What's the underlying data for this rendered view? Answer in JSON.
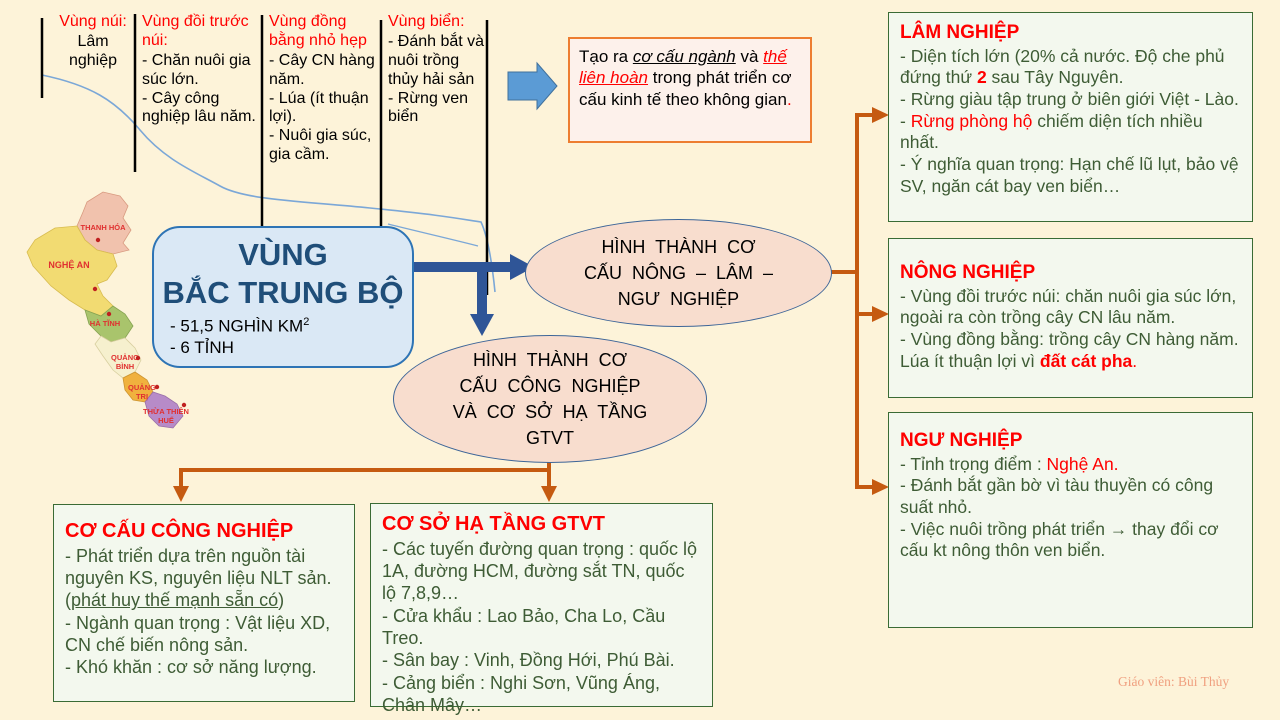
{
  "slide": {
    "background": "#FDF3D9",
    "credit": "Giáo viên: Bùi Thủy"
  },
  "colors": {
    "accent_orange": "#C55A11",
    "arrow_blue": "#2F5597",
    "fat_arrow_blue": "#5B9BD5",
    "note_border": "#ED7D31",
    "green_box_border": "#3A6B35",
    "green_text": "#3E5C35",
    "red_text": "#FF0000",
    "region_title_blue": "#1F4E79",
    "ellipse_fill": "#F8DDCE"
  },
  "terrain_profile": {
    "columns": [
      {
        "title": "Vùng núi:",
        "bullets": [
          "Lâm nghiệp"
        ]
      },
      {
        "title": "Vùng đồi trước núi:",
        "bullets": [
          "- Chăn nuôi gia súc lớn.",
          "- Cây công nghiệp lâu năm."
        ]
      },
      {
        "title": "Vùng đồng bằng nhỏ hẹp",
        "bullets": [
          "- Cây CN hàng năm.",
          "- Lúa (ít thuận lợi).",
          "- Nuôi gia súc, gia cầm."
        ]
      },
      {
        "title": "Vùng biển:",
        "bullets": [
          "- Đánh bắt và nuôi trồng thủy hải sản",
          "- Rừng ven biển"
        ]
      }
    ]
  },
  "note_box": {
    "segments": [
      [
        {
          "t": "Tạo ra "
        },
        {
          "t": "cơ cấu ngành",
          "c": "ital under"
        },
        {
          "t": " và "
        },
        {
          "t": "thế liên hoàn",
          "c": "ital under red"
        },
        {
          "t": " trong phát triển cơ cấu kinh tế theo không gian"
        },
        {
          "t": ".",
          "c": "red"
        }
      ]
    ]
  },
  "region_box": {
    "title1": "VÙNG",
    "title2": "BẮC TRUNG BỘ",
    "area_prefix": "- 51,5 NGHÌN KM",
    "area_sup": "2",
    "provinces_count": "- 6 TỈNH"
  },
  "map": {
    "provinces": [
      {
        "name": "THANH HÓA",
        "lines": [
          "THANH HÓA"
        ],
        "color": "#F1C2AD"
      },
      {
        "name": "NGHỆ AN",
        "lines": [
          "NGHỆ AN"
        ],
        "color": "#F2DB72"
      },
      {
        "name": "HÀ TĨNH",
        "lines": [
          "HÀ TĨNH"
        ],
        "color": "#A9C46C"
      },
      {
        "name": "QUẢNG BÌNH",
        "lines": [
          "QUẢNG",
          "BÌNH"
        ],
        "color": "#F6F0CE"
      },
      {
        "name": "QUẢNG TRỊ",
        "lines": [
          "QUẢNG",
          "TRỊ"
        ],
        "color": "#F0B13E"
      },
      {
        "name": "THỪA THIÊN HUẾ",
        "lines": [
          "THỪA THIÊN",
          "HUẾ"
        ],
        "color": "#B78BC8"
      }
    ]
  },
  "ellipse_nodes": [
    {
      "lines": [
        "HÌNH THÀNH CƠ",
        "CẤU NÔNG – LÂM –",
        "NGƯ NGHIỆP"
      ]
    },
    {
      "lines": [
        "HÌNH THÀNH CƠ",
        "CẤU CÔNG NGHIỆP",
        "VÀ CƠ SỞ HẠ TẦNG",
        "GTVT"
      ]
    }
  ],
  "sector_boxes": [
    {
      "title": "LÂM NGHIỆP",
      "bullets": [
        [
          {
            "t": "- Diện tích lớn (20% cả nước. Độ che phủ đứng thứ "
          },
          {
            "t": "2",
            "c": "red bold"
          },
          {
            "t": " sau Tây Nguyên."
          }
        ],
        [
          {
            "t": "- Rừng giàu tập trung ở biên giới Việt - Lào."
          }
        ],
        [
          {
            "t": "- "
          },
          {
            "t": "Rừng phòng hộ",
            "c": "red"
          },
          {
            "t": " chiếm diện tích nhiều nhất."
          }
        ],
        [
          {
            "t": "- Ý nghĩa quan trọng: Hạn chế lũ lụt, bảo vệ SV, ngăn cát bay ven biển…"
          }
        ]
      ]
    },
    {
      "title": "NÔNG NGHIỆP",
      "bullets": [
        [
          {
            "t": "- Vùng đồi trước núi: chăn nuôi gia súc lớn, ngoài ra còn trồng cây CN lâu năm."
          }
        ],
        [
          {
            "t": "- Vùng đồng bằng: trồng cây CN hàng năm. Lúa ít thuận lợi vì "
          },
          {
            "t": "đất cát pha",
            "c": "red bold"
          },
          {
            "t": ".",
            "c": "red"
          }
        ]
      ]
    },
    {
      "title": "NGƯ NGHIỆP",
      "bullets": [
        [
          {
            "t": "- Tỉnh trọng điểm : "
          },
          {
            "t": "Nghệ An.",
            "c": "red"
          }
        ],
        [
          {
            "t": "- Đánh bắt gần bờ vì tàu thuyền có công suất nhỏ."
          }
        ],
        [
          {
            "t": "- Việc nuôi trồng phát triển → thay đổi cơ cấu kt nông thôn ven biển."
          }
        ]
      ]
    }
  ],
  "industry_boxes": [
    {
      "title": "CƠ CẤU CÔNG NGHIỆP",
      "bullets": [
        [
          {
            "t": "- Phát triển dựa trên nguồn tài nguyên  KS, nguyên liệu NLT sản. ("
          },
          {
            "t": "phát huy thế mạnh sẵn có",
            "c": "under"
          },
          {
            "t": ")"
          }
        ],
        [
          {
            "t": "- Ngành quan trọng : Vật liệu XD, CN chế biến nông sản."
          }
        ],
        [
          {
            "t": "- Khó khăn : cơ sở năng lượng."
          }
        ]
      ]
    },
    {
      "title": "CƠ SỞ HẠ TẦNG GTVT",
      "bullets": [
        [
          {
            "t": "- Các tuyến đường quan trọng : quốc lộ 1A, đường HCM, đường sắt TN, quốc lộ 7,8,9…"
          }
        ],
        [
          {
            "t": "- Cửa khẩu : Lao Bảo, Cha Lo, Cầu Treo."
          }
        ],
        [
          {
            "t": "- Sân bay : Vinh, Đồng Hới, Phú Bài."
          }
        ],
        [
          {
            "t": "- Cảng biển : Nghi Sơn, Vũng Áng, Chân Mây…"
          }
        ]
      ]
    }
  ]
}
